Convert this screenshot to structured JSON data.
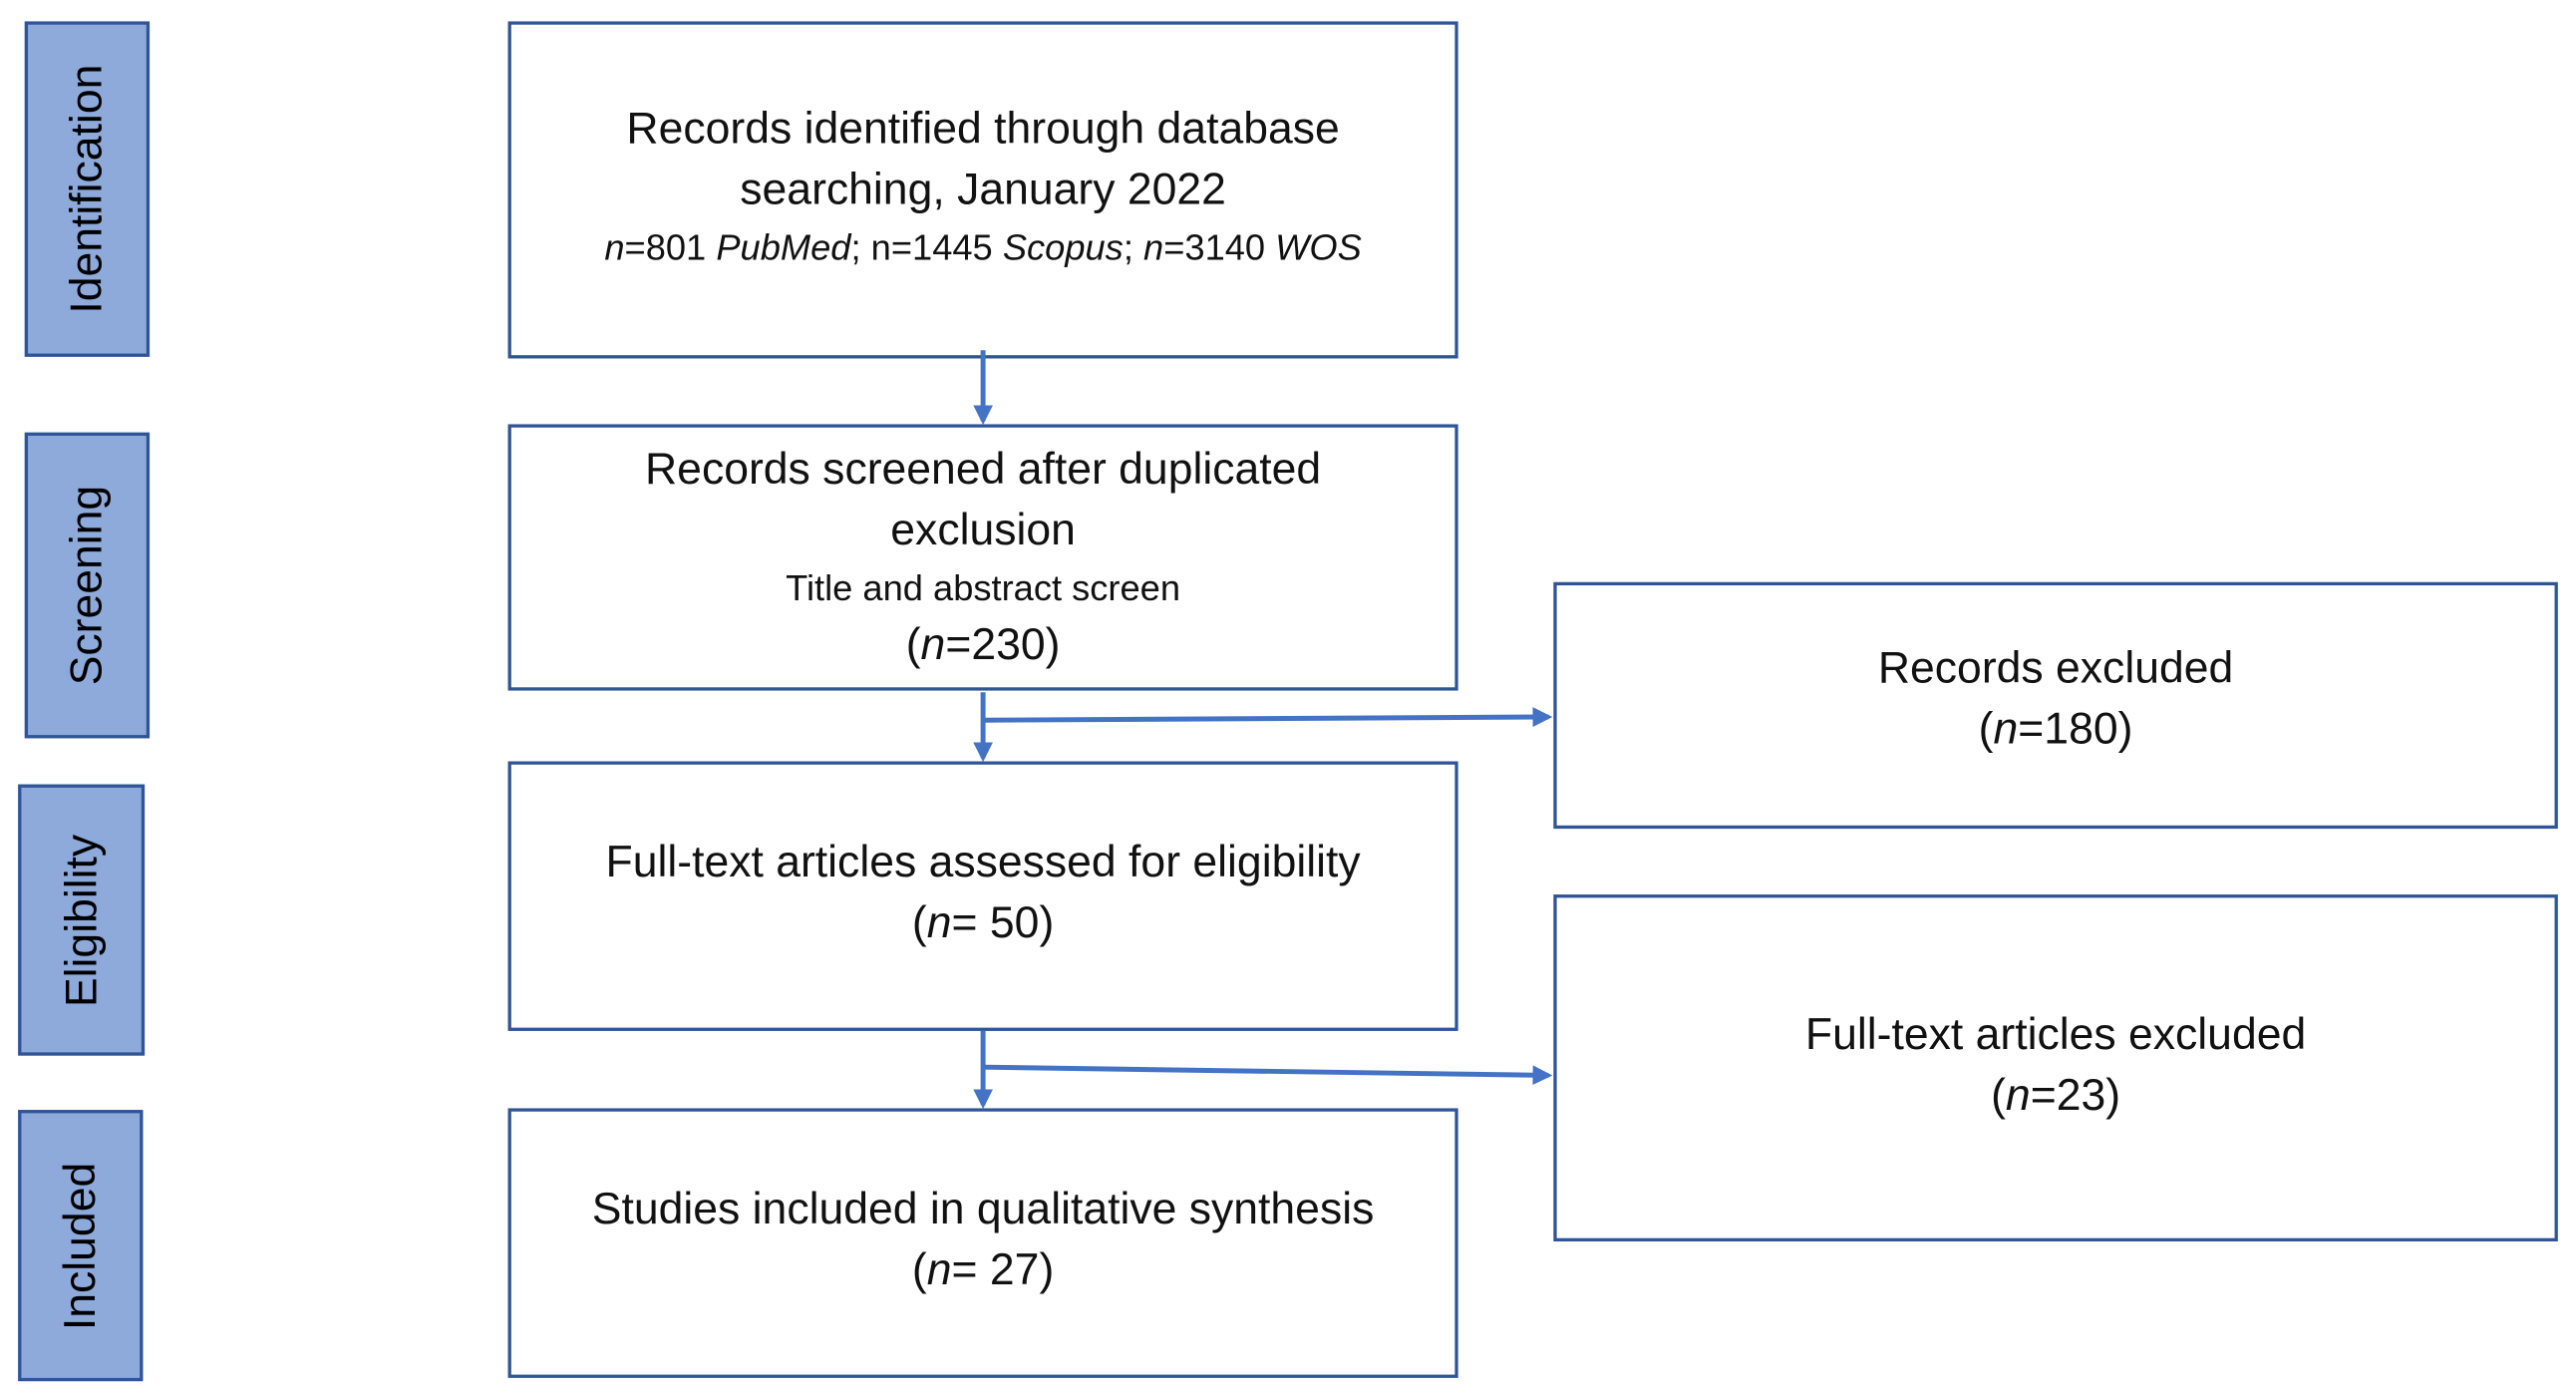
{
  "colors": {
    "phase_fill": "#8eaadb",
    "border": "#2f5597",
    "arrow": "#4472c4"
  },
  "phases": {
    "identification": "Identification",
    "screening": "Screening",
    "eligibility": "Eligibility",
    "included": "Included"
  },
  "boxes": {
    "identified": {
      "line1": "Records identified through database",
      "line2": "searching, January 2022",
      "sources": [
        {
          "n_label": "n",
          "count": "=801 ",
          "db": "PubMed",
          "sep": "; "
        },
        {
          "n_label": "n",
          "count": "=1445 ",
          "db": "Scopus",
          "sep": "; "
        },
        {
          "n_label": "n",
          "count": "=3140 ",
          "db": "WOS",
          "sep": ""
        }
      ]
    },
    "screened": {
      "line1": "Records screened after duplicated",
      "line2": "exclusion",
      "line3": "Title and abstract screen",
      "n_label": "n",
      "n_value": "=230"
    },
    "excluded_records": {
      "line1": "Records excluded",
      "n_label": "n",
      "n_value": "=180"
    },
    "fulltext_assessed": {
      "line1": "Full-text articles assessed for eligibility",
      "n_label": "n",
      "n_value": "= 50"
    },
    "fulltext_excluded": {
      "line1": "Full-text articles excluded",
      "n_label": "n",
      "n_value": "=23"
    },
    "included_studies": {
      "line1": "Studies included in qualitative synthesis",
      "n_label": "n",
      "n_value": "= 27"
    }
  }
}
